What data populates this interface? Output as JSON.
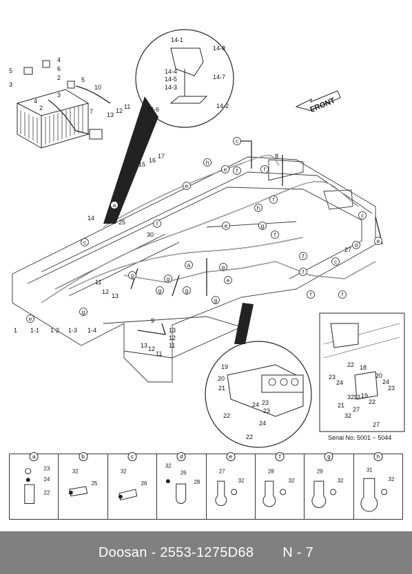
{
  "diagram": {
    "direction_label": "FRONT",
    "serial_note": "Serial No. 5001 ~ 5044",
    "callouts": [
      "a",
      "b",
      "c",
      "d",
      "e",
      "f",
      "g",
      "h"
    ],
    "part_numbers": {
      "p1": "1",
      "p1_1": "1-1",
      "p1_2": "1-2",
      "p1_3": "1-3",
      "p1_4": "1-4",
      "p2": "2",
      "p3": "3",
      "p4": "4",
      "p5": "5",
      "p6": "6",
      "p7": "7",
      "p8": "8",
      "p9": "9",
      "p10": "10",
      "p11": "11",
      "p12": "12",
      "p13": "13",
      "p14": "14",
      "p14_1": "14-1",
      "p14_2": "14-2",
      "p14_3": "14-3",
      "p14_4": "14-4",
      "p14_5": "14-5",
      "p14_6": "14-6",
      "p14_7": "14-7",
      "p14_8": "14-8",
      "p15": "15",
      "p16": "16",
      "p17": "17",
      "p18": "18",
      "p19": "19",
      "p20": "20",
      "p21": "21",
      "p22": "22",
      "p23": "23",
      "p24": "24",
      "p25": "25",
      "p26": "26",
      "p27": "27",
      "p28": "28",
      "p29": "29",
      "p30": "30",
      "p31": "31",
      "p32": "32"
    }
  },
  "legend": [
    {
      "key": "a",
      "labels": [
        "23",
        "24",
        "22"
      ]
    },
    {
      "key": "b",
      "labels": [
        "32",
        "25"
      ]
    },
    {
      "key": "c",
      "labels": [
        "32",
        "26"
      ]
    },
    {
      "key": "d",
      "labels": [
        "32",
        "26",
        "28"
      ]
    },
    {
      "key": "e",
      "labels": [
        "27",
        "32"
      ]
    },
    {
      "key": "f",
      "labels": [
        "28",
        "32"
      ]
    },
    {
      "key": "g",
      "labels": [
        "29",
        "32"
      ]
    },
    {
      "key": "h",
      "labels": [
        "31",
        "32"
      ]
    }
  ],
  "footer": {
    "brand_part": "Doosan - 2553-1275D68",
    "page": "N - 7"
  }
}
